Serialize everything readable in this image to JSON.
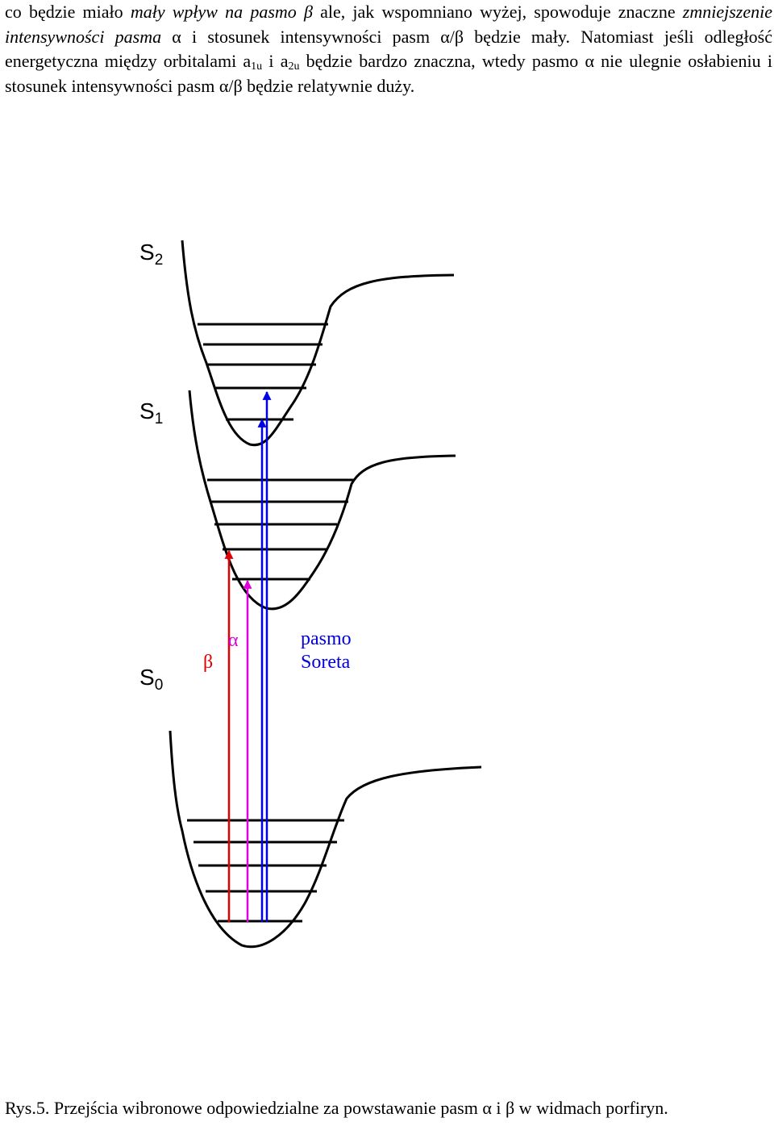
{
  "paragraph": {
    "line1": {
      "t1": "co będzie miało ",
      "it1": "mały wpływ na pasmo ",
      "beta": "β",
      "t2": " ale, jak wspomniano wyżej, spowoduje znaczne"
    },
    "line2": {
      "it1": "zmniejszenie intensywności pasma ",
      "alpha": "α",
      "t2": " i stosunek intensywności pasm α/β będzie mały."
    },
    "line3": {
      "t1": " Natomiast jeśli odległość energetyczna między orbitalami a",
      "sub1": "1u",
      "t2": " i a",
      "sub2": "2u",
      "t3": " będzie bardzo znaczna, wtedy pasmo α nie ulegnie osłabieniu i stosunek intensywności pasm α/β będzie relatywnie duży."
    }
  },
  "diagram": {
    "labels": {
      "s2": {
        "main": "S",
        "sub": "2"
      },
      "s1": {
        "main": "S",
        "sub": "1"
      },
      "s0": {
        "main": "S",
        "sub": "0"
      },
      "beta": "β",
      "alpha": "α",
      "soret_line1": "pasmo",
      "soret_line2": "Soreta"
    },
    "colors": {
      "curve": "#000000",
      "beta_arrow": "#e00000",
      "alpha_arrow": "#e000e0",
      "soret_arrow": "#0000e0"
    }
  },
  "caption": "Rys.5. Przejścia wibronowe odpowiedzialne za powstawanie pasm α i β w widmach porfiryn."
}
